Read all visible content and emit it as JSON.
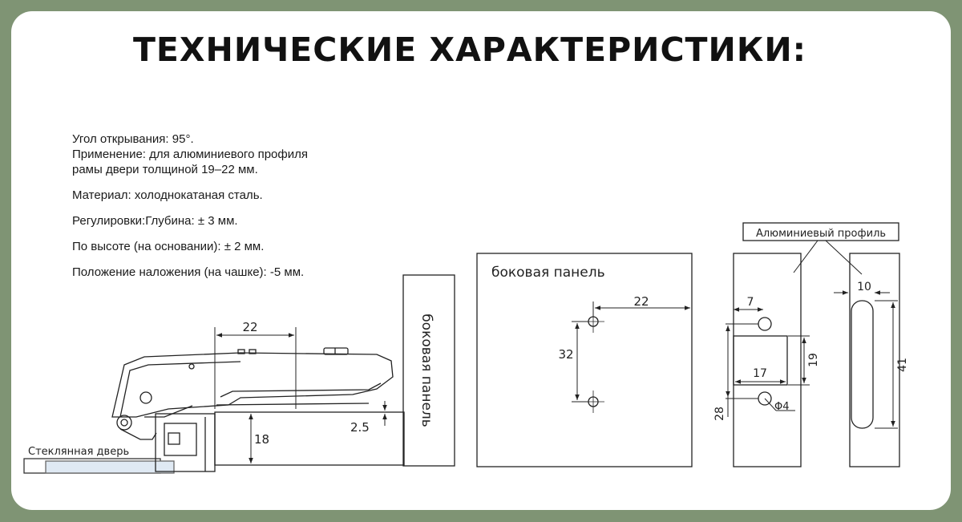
{
  "title": "ТЕХНИЧЕСКИЕ ХАРАКТЕРИСТИКИ:",
  "specs": [
    "Угол открывания: 95°.",
    "Применение: для алюминиевого профиля",
    "рамы двери толщиной 19–22 мм.",
    "Материал: холоднокатаная сталь.",
    "Регулировки:Глубина: ± 3 мм.",
    "По высоте (на основании): ± 2 мм.",
    "Положение наложения (на чашке): -5 мм."
  ],
  "hinge_view": {
    "dim_width": "22",
    "dim_offset": "2.5",
    "dim_thickness": "18",
    "side_panel_label": "боковая панель",
    "glass_door_label": "Стеклянная дверь"
  },
  "panel_view": {
    "label": "боковая панель",
    "dim_horizontal": "22",
    "dim_vertical": "32"
  },
  "profile_view": {
    "label": "Алюминиевый профиль",
    "dim_7": "7",
    "dim_17": "17",
    "dim_19": "19",
    "dim_28": "28",
    "dim_phi4": "Φ4",
    "dim_10": "10",
    "dim_41": "41"
  }
}
